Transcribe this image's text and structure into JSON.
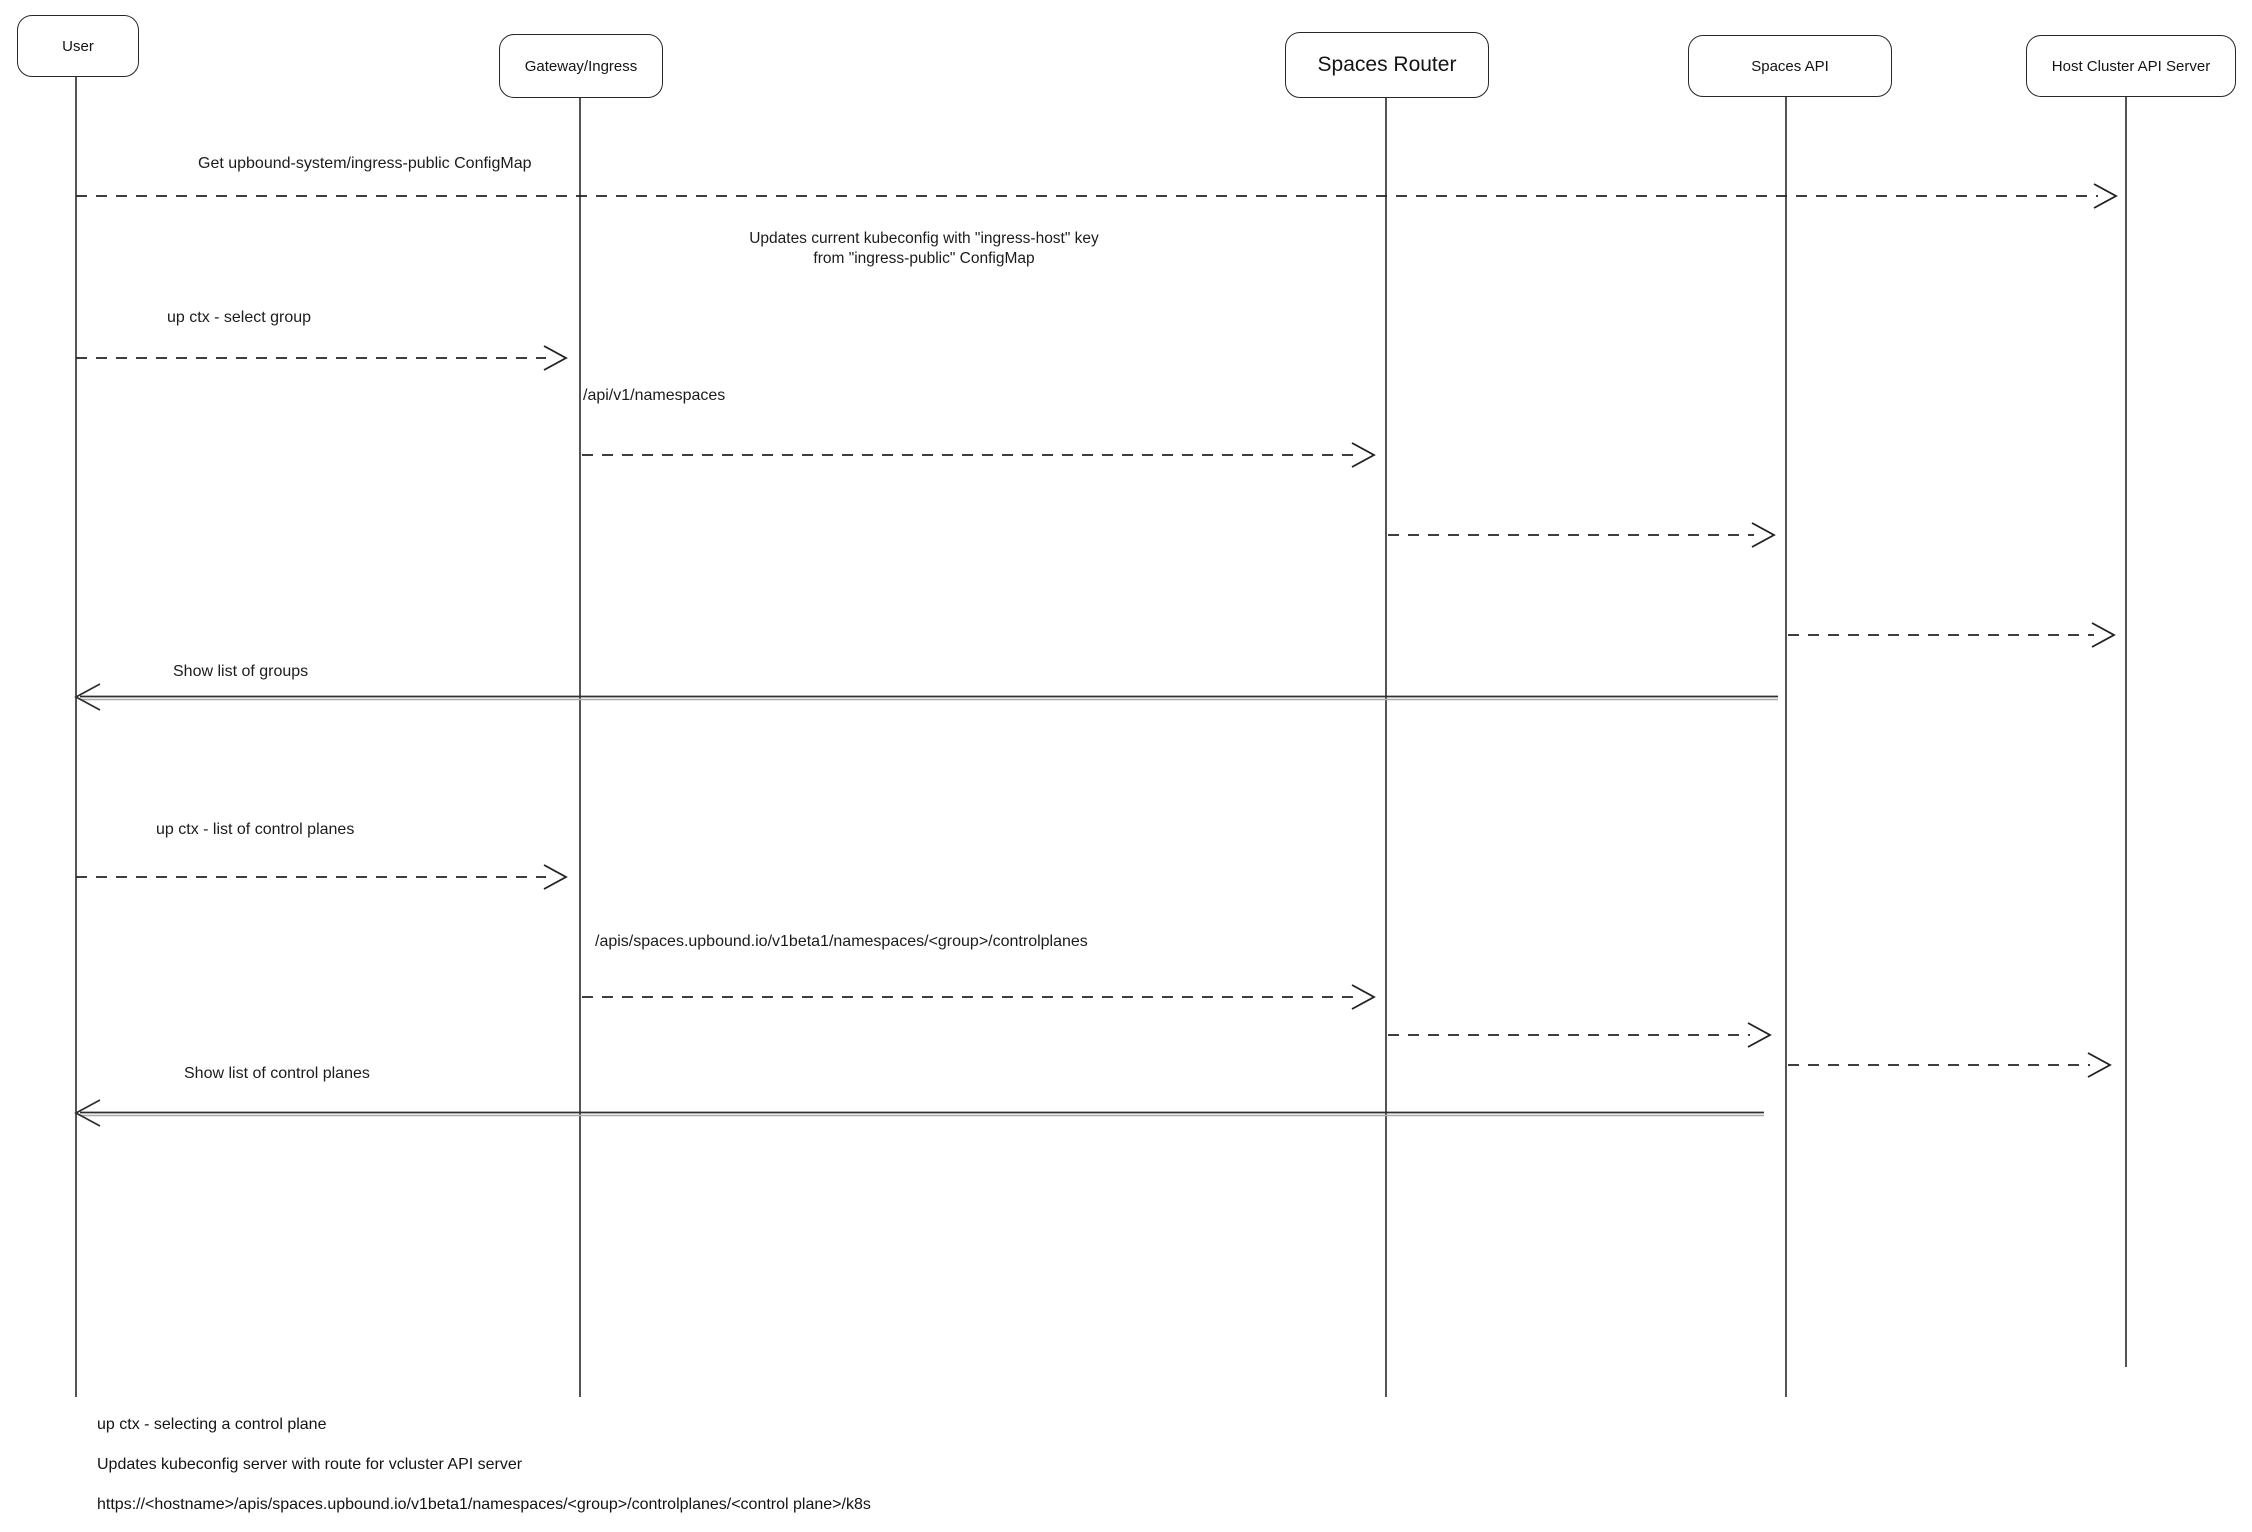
{
  "diagram": {
    "type": "sequence",
    "background_color": "#ffffff",
    "stroke_color": "#222222"
  },
  "actors": [
    {
      "id": "user",
      "label": "User"
    },
    {
      "id": "gateway",
      "label": "Gateway/Ingress"
    },
    {
      "id": "spaces-router",
      "label": "Spaces Router"
    },
    {
      "id": "spaces-api",
      "label": "Spaces API"
    },
    {
      "id": "host-cluster",
      "label": "Host Cluster API Server"
    }
  ],
  "messages": [
    {
      "from": "User",
      "to": "Host Cluster API Server",
      "style": "dashed",
      "label": "Get upbound-system/ingress-public ConfigMap"
    },
    {
      "from": "User",
      "to": "Gateway/Ingress",
      "style": "dashed",
      "label": "up ctx - select group"
    },
    {
      "from": "Gateway/Ingress",
      "to": "Spaces Router",
      "style": "dashed",
      "label": "/api/v1/namespaces"
    },
    {
      "from": "Spaces Router",
      "to": "Spaces API",
      "style": "dashed",
      "label": ""
    },
    {
      "from": "Spaces API",
      "to": "Host Cluster API Server",
      "style": "dashed",
      "label": ""
    },
    {
      "from": "Spaces API",
      "to": "User",
      "style": "solid",
      "label": "Show list of groups"
    },
    {
      "from": "User",
      "to": "Gateway/Ingress",
      "style": "dashed",
      "label": "up ctx - list of control planes"
    },
    {
      "from": "Gateway/Ingress",
      "to": "Spaces Router",
      "style": "dashed",
      "label": "/apis/spaces.upbound.io/v1beta1/namespaces/<group>/controlplanes"
    },
    {
      "from": "Spaces Router",
      "to": "Spaces API",
      "style": "dashed",
      "label": ""
    },
    {
      "from": "Spaces API",
      "to": "Host Cluster API Server",
      "style": "dashed",
      "label": ""
    },
    {
      "from": "Spaces API",
      "to": "User",
      "style": "solid",
      "label": "Show list of control planes"
    }
  ],
  "note": {
    "line1": "Updates current kubeconfig with \"ingress-host\" key",
    "line2": "from \"ingress-public\" ConfigMap"
  },
  "annotations": [
    "up ctx - selecting a control plane",
    "Updates kubeconfig server with route for vcluster API server",
    "https://<hostname>/apis/spaces.upbound.io/v1beta1/namespaces/<group>/controlplanes/<control plane>/k8s"
  ]
}
